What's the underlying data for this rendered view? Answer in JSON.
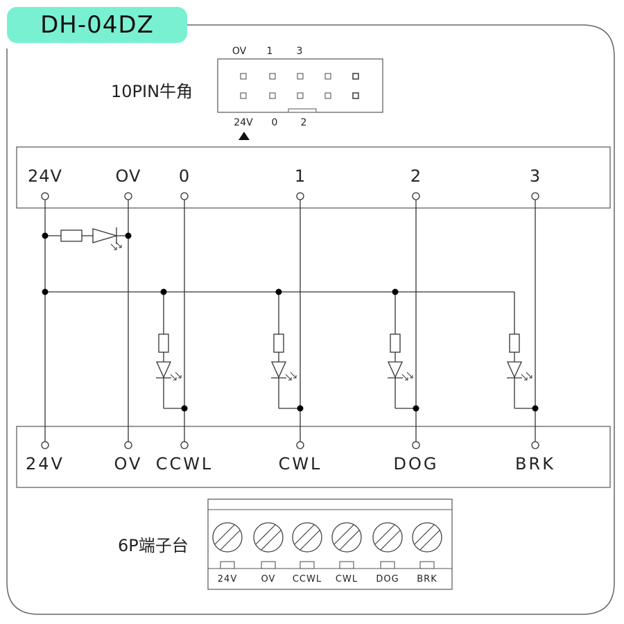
{
  "model": "DH-04DZ",
  "header_connector": {
    "label": "10PIN牛角",
    "top_pin_labels": [
      "OV",
      "1",
      "3"
    ],
    "bottom_pin_labels": [
      "24V",
      "0",
      "2"
    ]
  },
  "top_terminals": [
    "24V",
    "OV",
    "0",
    "1",
    "2",
    "3"
  ],
  "bottom_terminals": [
    "24V",
    "OV",
    "CCWL",
    "CWL",
    "DOG",
    "BRK"
  ],
  "terminal_block": {
    "label": "6P端子台",
    "pin_labels": [
      "24V",
      "OV",
      "CCWL",
      "CWL",
      "DOG",
      "BRK"
    ]
  },
  "colors": {
    "title_badge": "#7af0d3",
    "line": "#333333"
  }
}
